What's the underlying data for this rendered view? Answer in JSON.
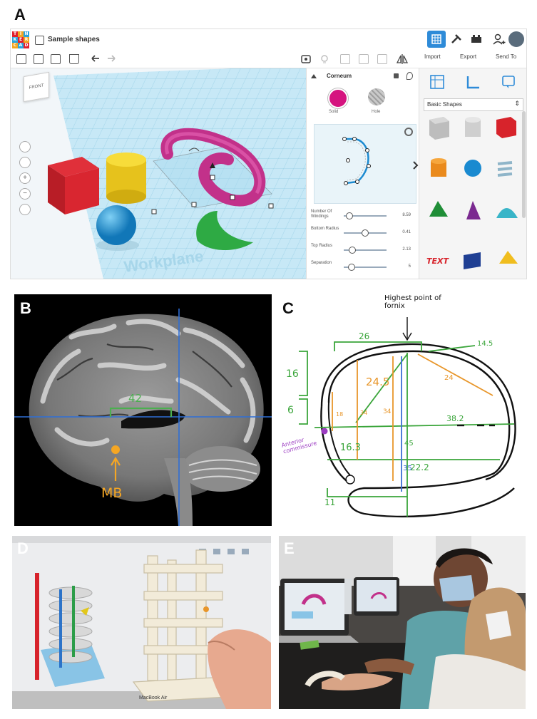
{
  "panel_labels": {
    "a": "A",
    "b": "B",
    "c": "C",
    "d": "D",
    "e": "E"
  },
  "tinkercad": {
    "logo_letters": [
      "T",
      "I",
      "N",
      "K",
      "E",
      "R",
      "C",
      "A",
      "D"
    ],
    "logo_colors": [
      "#e2212d",
      "#f1a520",
      "#29a3dc",
      "#29a3dc",
      "#e2212d",
      "#f1a520",
      "#f1a520",
      "#29a3dc",
      "#e2212d"
    ],
    "doc_title": "Sample shapes",
    "actions": {
      "import": "Import",
      "export": "Export",
      "send_to": "Send To"
    },
    "view_cube_label": "FRONT",
    "workplane_label": "Workplane",
    "inspector": {
      "title": "Corneum",
      "solid_label": "Solid",
      "hole_label": "Hole",
      "params": [
        {
          "label": "Number Of Windings",
          "value": "8.59",
          "knob": 0.05
        },
        {
          "label": "Bottom Radius",
          "value": "0.41",
          "knob": 0.45
        },
        {
          "label": "Top Radius",
          "value": "2.13",
          "knob": 0.12
        },
        {
          "label": "Separation",
          "value": "5",
          "knob": 0.1
        }
      ]
    },
    "library_dropdown": "Basic Shapes",
    "colors": {
      "accent": "#2e8bd8",
      "workplane": "#bfe3f2",
      "hole_stripe": "#b0b0b0"
    }
  },
  "mri": {
    "measurement": "42",
    "label": "MB",
    "annotation_color": "#f5a623",
    "measure_color": "#4caf50",
    "crosshair_color": "#2f6fd6"
  },
  "sketch": {
    "header_note": "Highest point of fornix",
    "anterior_label": "Anterior commissure",
    "measurements": {
      "top": "26",
      "top_right": "14.5",
      "left_upper": "16",
      "left_lower": "6",
      "diag": "24.5",
      "orange_right": "24",
      "horizontal": "38.2",
      "orange_small_a": "18",
      "orange_small_b": "34",
      "orange_mid": "34",
      "lower_left": "16.3",
      "lower_right": "22.2",
      "blue_top": "45",
      "blue_bottom": "35",
      "bottom_left": "11"
    }
  },
  "laptop": {
    "brand": "MacBook Air"
  }
}
